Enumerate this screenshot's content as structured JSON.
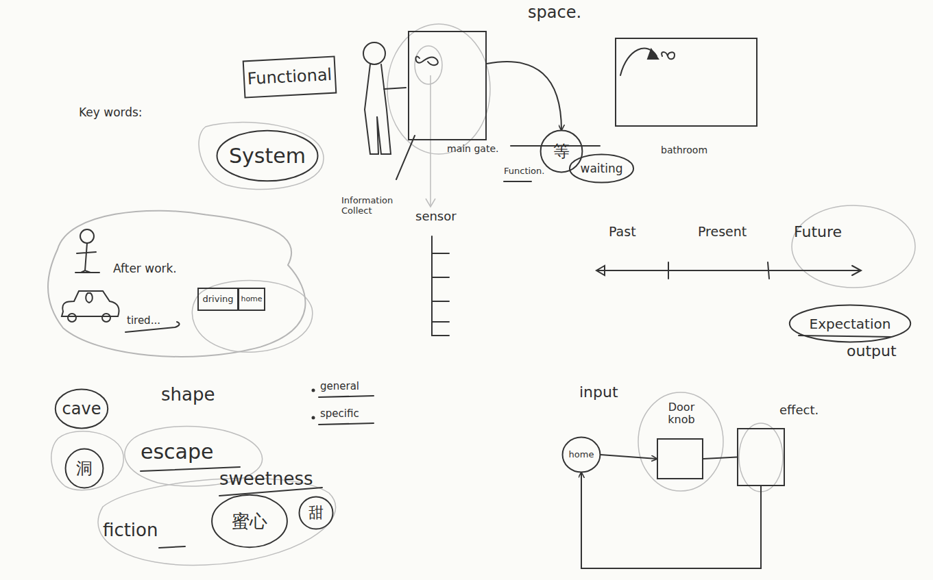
{
  "diagram": {
    "nodes": [
      {
        "text": [
          "Functional"
        ]
      },
      {
        "text": [
          "main gate."
        ]
      },
      {
        "text": [
          "bathroom"
        ]
      },
      {
        "text": [
          "等"
        ]
      },
      {
        "text": [
          "System"
        ]
      },
      {
        "text": [
          "waiting"
        ]
      },
      {
        "text": [
          "After work.",
          "tired..."
        ]
      },
      {
        "text": [
          "driving"
        ],
        "in": 6
      },
      {
        "text": [
          "home"
        ],
        "in": 6
      },
      {
        "text": [
          "Expectation"
        ]
      },
      {
        "text": [
          "cave"
        ]
      },
      {
        "text": [
          "home"
        ]
      },
      {
        "text": [
          "Door knob"
        ]
      },
      {
        "text": [
          "effect."
        ]
      },
      {
        "text": [
          "洞"
        ]
      },
      {
        "text": [
          "蜜心"
        ]
      },
      {
        "text": [
          "甜"
        ]
      }
    ],
    "edges": [
      {
        "from": 1,
        "to": 3,
        "arrow": "to"
      },
      {
        "from": 11,
        "to": 12,
        "arrow": "to"
      },
      {
        "from": 12,
        "to": 13,
        "arrow": "none"
      },
      {
        "from": 13,
        "to": 11,
        "arrow": "to"
      }
    ],
    "labels": [
      "space.",
      "Key words:",
      "Function.",
      "Information Collect",
      "sensor",
      "Past",
      "Present",
      "Future",
      "output",
      "input",
      "shape",
      "general",
      "specific",
      "escape",
      "fiction",
      "sweetness"
    ]
  }
}
